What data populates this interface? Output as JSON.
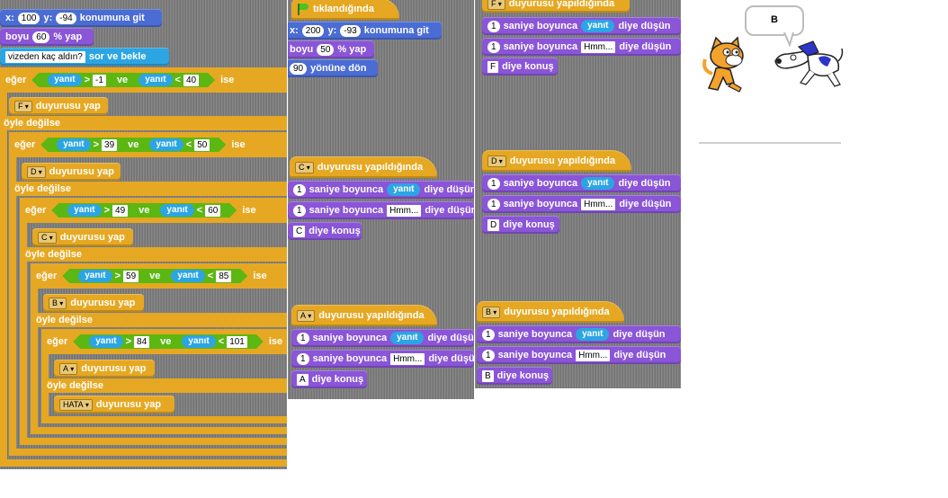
{
  "colors": {
    "motion": "#4a6cd4",
    "looks": "#8a55d7",
    "control": "#e6a822",
    "operators": "#5cb712",
    "sensing": "#2ca5e2"
  },
  "script1": {
    "goto": {
      "x_label": "x:",
      "x": "100",
      "y_label": "y:",
      "y": "-94",
      "suffix": "konumuna git"
    },
    "size": {
      "prefix": "boyu",
      "value": "60",
      "suffix": "% yap"
    },
    "ask": {
      "question": "vizeden kaç aldın?",
      "suffix": "sor ve bekle"
    },
    "if_label": "eğer",
    "and_label": "ve",
    "then_label": "ise",
    "else_label": "öyle değilse",
    "answer": "yanıt",
    "gt": ">",
    "lt": "<",
    "levels": [
      {
        "low": "-1",
        "high": "40",
        "broadcast": "F"
      },
      {
        "low": "39",
        "high": "50",
        "broadcast": "D"
      },
      {
        "low": "49",
        "high": "60",
        "broadcast": "C"
      },
      {
        "low": "59",
        "high": "85",
        "broadcast": "B"
      },
      {
        "low": "84",
        "high": "101",
        "broadcast": "A"
      }
    ],
    "error_broadcast": "HATA",
    "broadcast_suffix": "duyurusu yap"
  },
  "script2": {
    "hat": "tıklandığında",
    "goto": {
      "x_label": "x:",
      "x": "200",
      "y_label": "y:",
      "y": "-93",
      "suffix": "konumuna git"
    },
    "size": {
      "prefix": "boyu",
      "value": "50",
      "suffix": "% yap"
    },
    "turn": {
      "value": "90",
      "suffix": "yönüne dön"
    }
  },
  "receive_suffix": "duyurusu yapıldığında",
  "think": {
    "secs": "1",
    "mid": "saniye boyunca",
    "suffix": "diye düşün",
    "hmm": "Hmm..."
  },
  "say_suffix": "diye konuş",
  "handlers": {
    "C": {
      "msg": "C",
      "say": "C"
    },
    "A": {
      "msg": "A",
      "say": "A"
    },
    "F": {
      "msg": "F",
      "say": "F"
    },
    "D": {
      "msg": "D",
      "say": "D"
    },
    "B": {
      "msg": "B",
      "say": "B"
    }
  },
  "stage": {
    "speech": "B"
  }
}
